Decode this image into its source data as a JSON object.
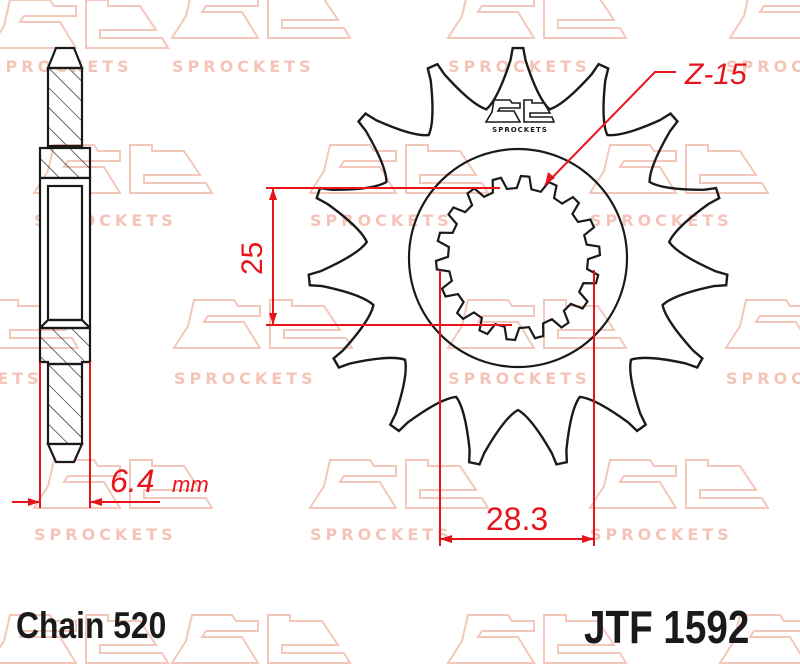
{
  "diagram": {
    "product": "JT Sprockets front sprocket technical drawing",
    "watermark": {
      "brand_text": "SPROCKETS",
      "registered_mark": "®",
      "color": "#f4c4b8"
    },
    "logo": {
      "text": "SPROCKETS"
    },
    "dimensions": {
      "teeth_count_label": "Z-15",
      "spline_height_label": "25",
      "spline_width_label": "28.3",
      "thickness_value": "6.4",
      "thickness_unit": "mm"
    },
    "footer": {
      "chain_label": "Chain 520",
      "part_number": "JTF 1592"
    },
    "colors": {
      "outline": "#1a1a1a",
      "dimension": "#e8141c",
      "watermark": "#f4c4b8"
    }
  }
}
